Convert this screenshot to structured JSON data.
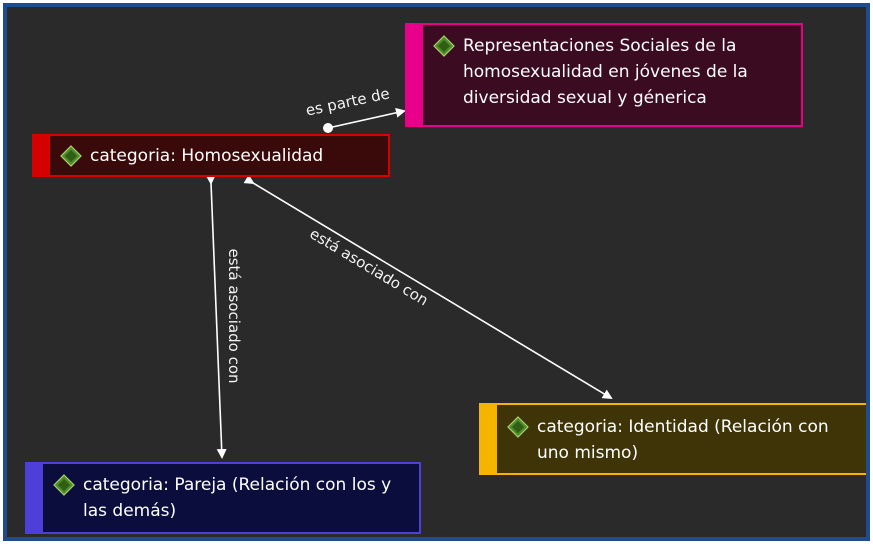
{
  "nodes": {
    "root": {
      "label": "Representaciones Sociales de la homosexualidad en jóvenes de la diversidad sexual y génerica",
      "icon": "diamond-code-icon",
      "accent": "#e8008a",
      "fill": "#3b0b22"
    },
    "homosexualidad": {
      "label": "categoria: Homosexualidad",
      "icon": "diamond-code-icon",
      "accent": "#d50000",
      "fill": "#3a0a0a"
    },
    "identidad": {
      "label": "categoria: Identidad (Relación con uno mismo)",
      "icon": "diamond-code-icon",
      "accent": "#f5b400",
      "fill": "#3f3408"
    },
    "pareja": {
      "label": "categoria: Pareja (Relación con los y las demás)",
      "icon": "diamond-code-icon",
      "accent": "#4f3fd9",
      "fill": "#0b0e3d"
    }
  },
  "links": {
    "part_of": "es parte de",
    "assoc_identidad": "está asociado con",
    "assoc_pareja": "está asociado con"
  },
  "colors": {
    "canvas": "#2a2a2a",
    "frame_border": "#1f4b8f",
    "wire": "#ffffff"
  }
}
